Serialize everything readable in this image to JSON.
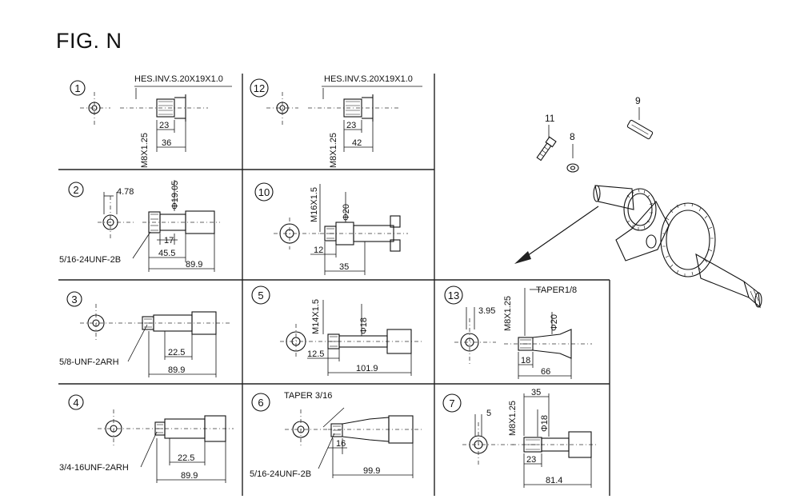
{
  "figure_title": "FIG. N",
  "cells": [
    {
      "num": "1",
      "labels": [
        "HES.INV.S.20X19X1.0",
        "M8X1.25",
        "23",
        "36"
      ]
    },
    {
      "num": "12",
      "labels": [
        "HES.INV.S.20X19X1.0",
        "M8X1.25",
        "23",
        "42"
      ]
    },
    {
      "num": "2",
      "labels": [
        "4.78",
        "Φ19.05",
        "17",
        "45.5",
        "89.9",
        "5/16-24UNF-2B"
      ]
    },
    {
      "num": "10",
      "labels": [
        "M16X1.5",
        "Φ20",
        "12",
        "35"
      ]
    },
    {
      "num": "3",
      "labels": [
        "5/8-UNF-2ARH",
        "22.5",
        "89.9"
      ]
    },
    {
      "num": "5",
      "labels": [
        "M14X1.5",
        "Φ18",
        "12.5",
        "101.9"
      ]
    },
    {
      "num": "13",
      "labels": [
        "3.95",
        "M8X1.25",
        "TAPER1/8",
        "Φ20",
        "18",
        "66"
      ]
    },
    {
      "num": "4",
      "labels": [
        "3/4-16UNF-2ARH",
        "22.5",
        "89.9"
      ]
    },
    {
      "num": "6",
      "labels": [
        "TAPER 3/16",
        "16",
        "5/16-24UNF-2B",
        "99.9"
      ]
    },
    {
      "num": "7",
      "labels": [
        "5",
        "M8X1.25",
        "35",
        "Φ18",
        "23",
        "81.4"
      ]
    }
  ],
  "parts": [
    {
      "num": "11"
    },
    {
      "num": "8"
    },
    {
      "num": "9"
    }
  ]
}
